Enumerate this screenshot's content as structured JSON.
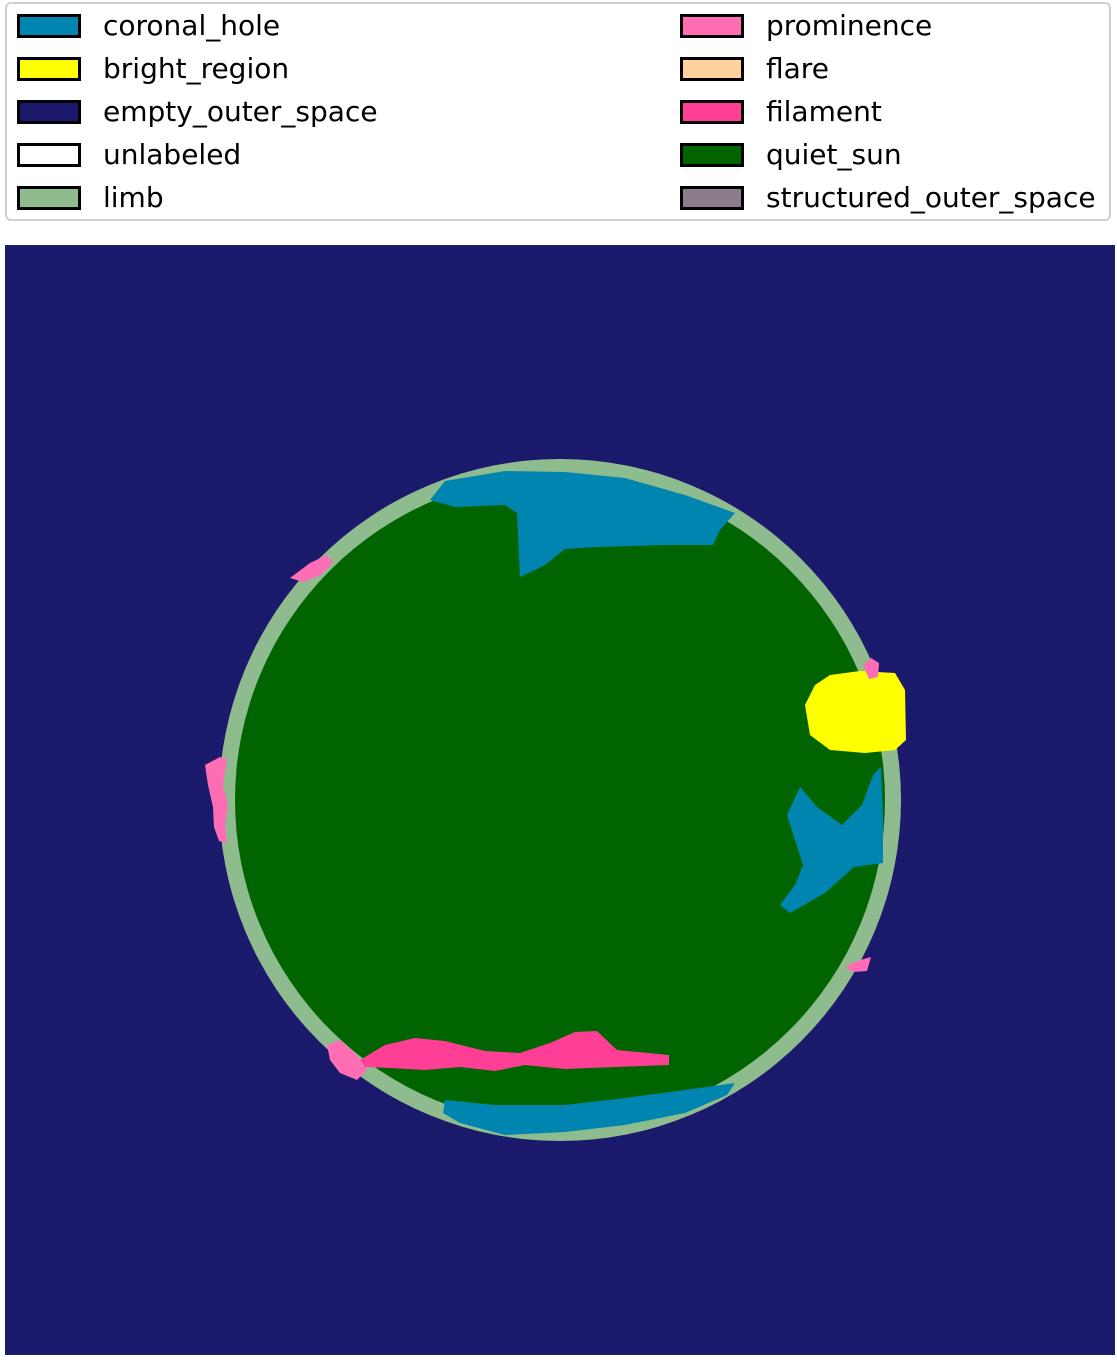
{
  "legend": {
    "items": [
      {
        "label": "coronal_hole",
        "color": "#0085b0"
      },
      {
        "label": "bright_region",
        "color": "#ffff00"
      },
      {
        "label": "empty_outer_space",
        "color": "#1b196b"
      },
      {
        "label": "unlabeled",
        "color": "#ffffff"
      },
      {
        "label": "limb",
        "color": "#8fbc8f"
      },
      {
        "label": "prominence",
        "color": "#ff6eb4"
      },
      {
        "label": "flare",
        "color": "#ffd39b"
      },
      {
        "label": "filament",
        "color": "#ff3e96"
      },
      {
        "label": "quiet_sun",
        "color": "#006400"
      },
      {
        "label": "structured_outer_space",
        "color": "#8b7d8b"
      }
    ]
  }
}
